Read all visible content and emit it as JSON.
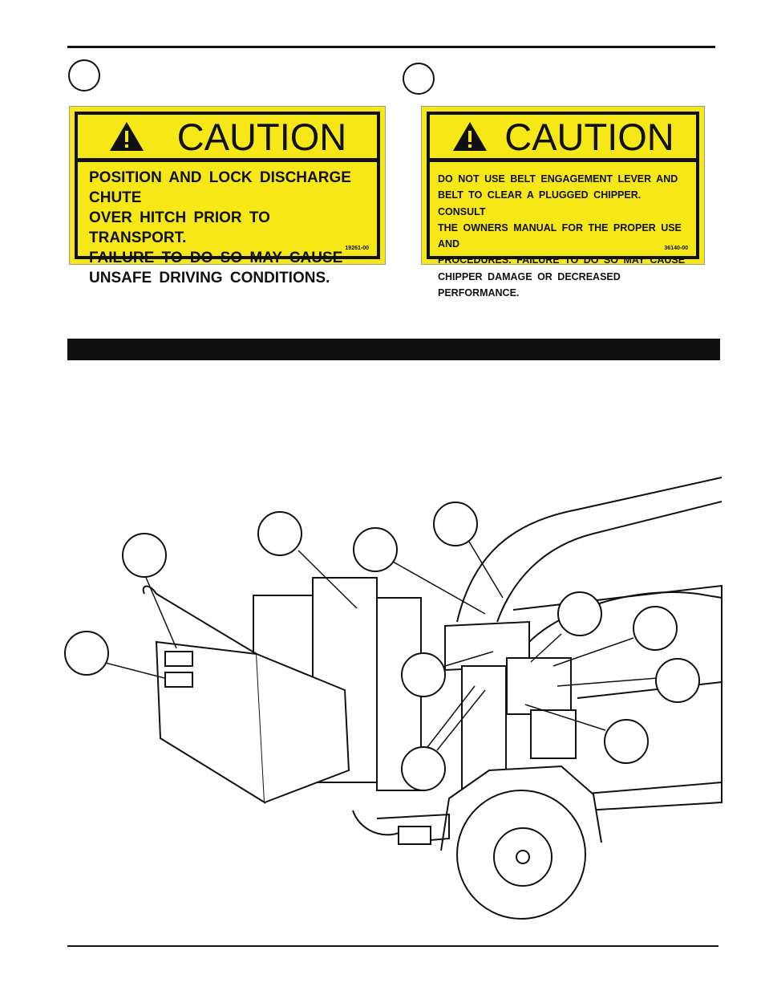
{
  "decals": [
    {
      "title": "CAUTION",
      "icon": "warning-triangle-icon",
      "lines": [
        "POSITION AND LOCK DISCHARGE CHUTE",
        "OVER HITCH PRIOR TO TRANSPORT.",
        "FAILURE TO DO SO MAY CAUSE",
        "UNSAFE DRIVING CONDITIONS."
      ],
      "code": "19261-00"
    },
    {
      "title": "CAUTION",
      "icon": "warning-triangle-icon",
      "lines": [
        "DO NOT USE BELT ENGAGEMENT LEVER AND",
        "BELT TO CLEAR A PLUGGED CHIPPER.  CONSULT",
        "THE OWNERS MANUAL FOR THE PROPER USE AND",
        "PROCEDURES.  FAILURE TO DO SO MAY CAUSE",
        "CHIPPER DAMAGE OR DECREASED PERFORMANCE."
      ],
      "code": "36140-00"
    }
  ],
  "colors": {
    "decal_yellow": "#f6e816",
    "ink": "#111111"
  }
}
